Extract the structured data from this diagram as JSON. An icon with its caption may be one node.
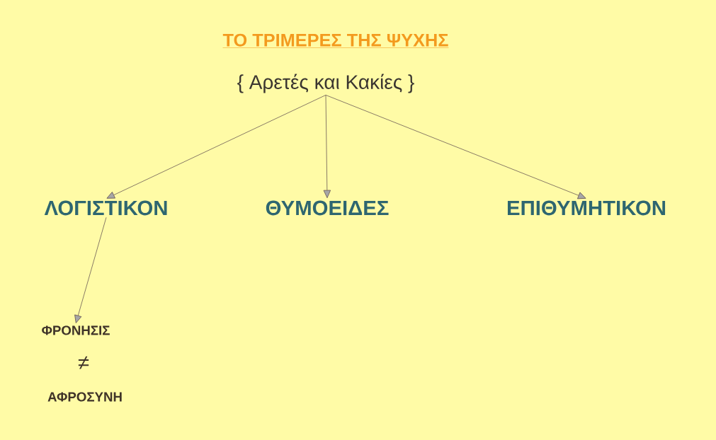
{
  "diagram": {
    "title": "ΤΟ ΤΡΙΜΕΡΕΣ ΤΗΣ  ΨΥΧΗΣ",
    "nodes": [
      {
        "text": [
          "{ Αρετές  και Κακίες }"
        ]
      },
      {
        "text": [
          "ΛΟΓΙΣΤΙΚΟΝ"
        ]
      },
      {
        "text": [
          "ΘΥΜΟΕΙΔΕΣ"
        ]
      },
      {
        "text": [
          "ΕΠΙΘΥΜΗΤΙΚΟΝ"
        ]
      },
      {
        "text": [
          "ΦΡΟΝΗΣΙΣ"
        ]
      },
      {
        "text": [
          "ΑΦΡΟΣΥΝΗ"
        ]
      }
    ],
    "edges": [
      {
        "from": 0,
        "to": 1,
        "arrow": "to"
      },
      {
        "from": 0,
        "to": 2,
        "arrow": "to"
      },
      {
        "from": 0,
        "to": 3,
        "arrow": "to"
      },
      {
        "from": 1,
        "to": 4,
        "arrow": "to"
      }
    ],
    "labels": [
      "≠"
    ]
  }
}
